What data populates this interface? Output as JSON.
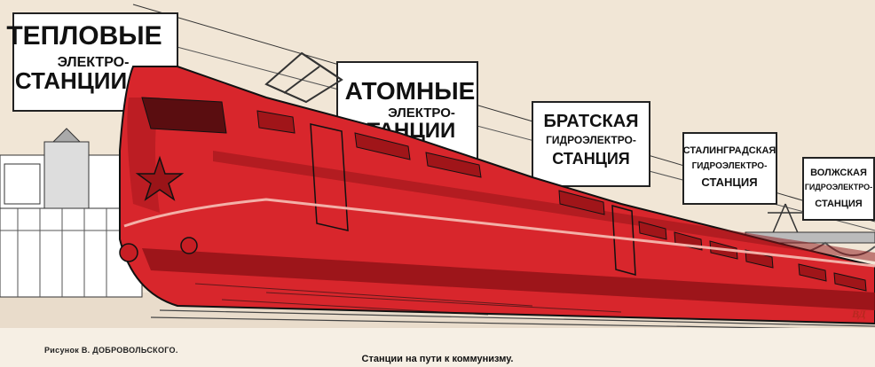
{
  "billboards": [
    {
      "line1": "ТЕПЛОВЫЕ",
      "line2": "ЭЛЕКТРО-",
      "line3": "СТАНЦИИ"
    },
    {
      "line1": "АТОМНЫЕ",
      "line2": "ЭЛЕКТРО-",
      "line3": "СТАНЦИИ"
    },
    {
      "line1": "БРАТСКАЯ",
      "line2": "ГИДРОЭЛЕКТРО-",
      "line3": "СТАНЦИЯ"
    },
    {
      "line1": "СТАЛИНГРАДСКАЯ",
      "line2": "ГИДРОЭЛЕКТРО-",
      "line3": "СТАНЦИЯ"
    },
    {
      "line1": "ВОЛЖСКАЯ",
      "line2": "ГИДРОЭЛЕКТРО-",
      "line3": "СТАНЦИЯ"
    }
  ],
  "credit": "Рисунок В. ДОБРОВОЛЬСКОГО.",
  "caption": "Станции на пути к коммунизму.",
  "signature": "ВД",
  "colors": {
    "train": "#d8262c",
    "train_dark": "#8e1216",
    "paper": "#f1e6d6",
    "ink": "#111111"
  }
}
